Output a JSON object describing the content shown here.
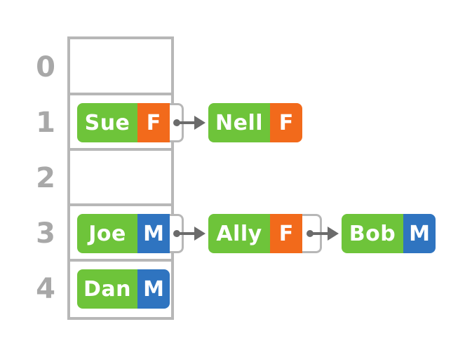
{
  "colors": {
    "name_bg": "#6ec43a",
    "female": "#f26a1b",
    "male": "#2f74c0",
    "slot_border": "#b7b7b7",
    "index_text": "#a8a8a8",
    "arrow": "#6b6b6b"
  },
  "indices": [
    "0",
    "1",
    "2",
    "3",
    "4"
  ],
  "nodes": {
    "sue": {
      "name": "Sue",
      "gender": "F"
    },
    "nell": {
      "name": "Nell",
      "gender": "F"
    },
    "joe": {
      "name": "Joe",
      "gender": "M"
    },
    "ally": {
      "name": "Ally",
      "gender": "F"
    },
    "bob": {
      "name": "Bob",
      "gender": "M"
    },
    "dan": {
      "name": "Dan",
      "gender": "M"
    }
  }
}
